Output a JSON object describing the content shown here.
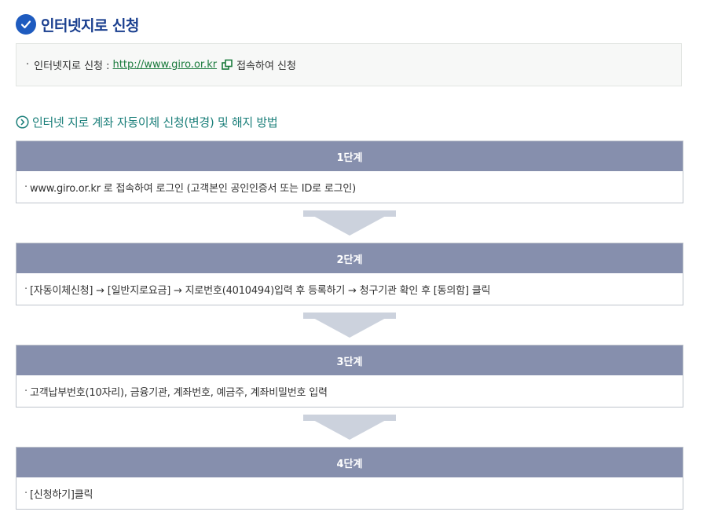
{
  "page": {
    "title": "인터넷지로 신청",
    "title_icon": "check-circle-icon",
    "accent": "#1e5bbf"
  },
  "info": {
    "bullet": "·",
    "prefix": "인터넷지로 신청 :",
    "link_text": "http://www.giro.or.kr",
    "link_icon": "new-window-icon",
    "suffix": "접속하여 신청"
  },
  "section": {
    "heading": "인터넷 지로 계좌 자동이체 신청(변경) 및 해지 방법",
    "heading_icon": "circle-chevron-right-icon"
  },
  "steps": [
    {
      "label": "1단계",
      "text": "www.giro.or.kr 로 접속하여 로그인 (고객본인 공인인증서 또는 ID로 로그인)"
    },
    {
      "label": "2단계",
      "text": "[자동이체신청] → [일반지로요금] → 지로번호(4010494)입력 후 등록하기 → 청구기관 확인 후 [동의함] 클릭"
    },
    {
      "label": "3단계",
      "text": "고객납부번호(10자리), 금융기관, 계좌번호, 예금주, 계좌비밀번호 입력"
    },
    {
      "label": "4단계",
      "text": "[신청하기]클릭"
    }
  ],
  "colors": {
    "step_header": "#868fad",
    "arrow": "#ccd2dd",
    "link": "#1a7a3c",
    "subhead": "#1b7f7a"
  }
}
